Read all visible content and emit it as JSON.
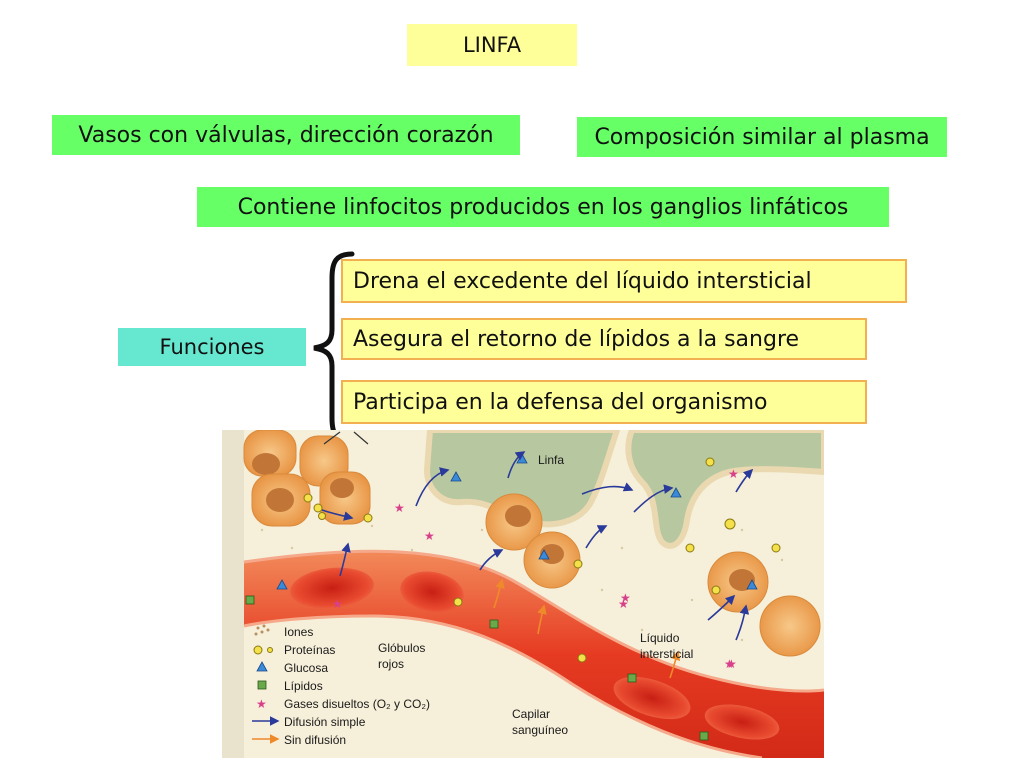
{
  "title": "LINFA",
  "facts": {
    "vessels": "Vasos con válvulas, dirección corazón",
    "composition": "Composición similar al plasma",
    "lymphocytes": "Contiene linfocitos producidos en los ganglios linfáticos"
  },
  "functions": {
    "label": "Funciones",
    "items": [
      "Drena el excedente del líquido intersticial",
      "Asegura el retorno de lípidos a la sangre",
      "Participa en la defensa del organismo"
    ]
  },
  "illustration": {
    "labels": {
      "lymph": "Linfa",
      "red_cells_1": "Glóbulos",
      "red_cells_2": "rojos",
      "interstitial_1": "Líquido",
      "interstitial_2": "intersticial",
      "capillary_1": "Capilar",
      "capillary_2": "sanguíneo"
    },
    "legend": [
      "Iones",
      "Proteínas",
      "Glucosa",
      "Lípidos",
      "Gases disueltos (O₂ y CO₂)",
      "Difusión simple",
      "Sin difusión"
    ]
  },
  "colors": {
    "green_box": "#66ff66",
    "yellow_box": "#ffff99",
    "teal_box": "#66e8d0",
    "title_box": "#ffff99",
    "box_border_orange": "#f2b050",
    "vessel_red": "#e23b22",
    "lymph_green": "#b7c7a0",
    "cell_orange": "#f2a85a",
    "interstitial_bg": "#f6efd9"
  }
}
